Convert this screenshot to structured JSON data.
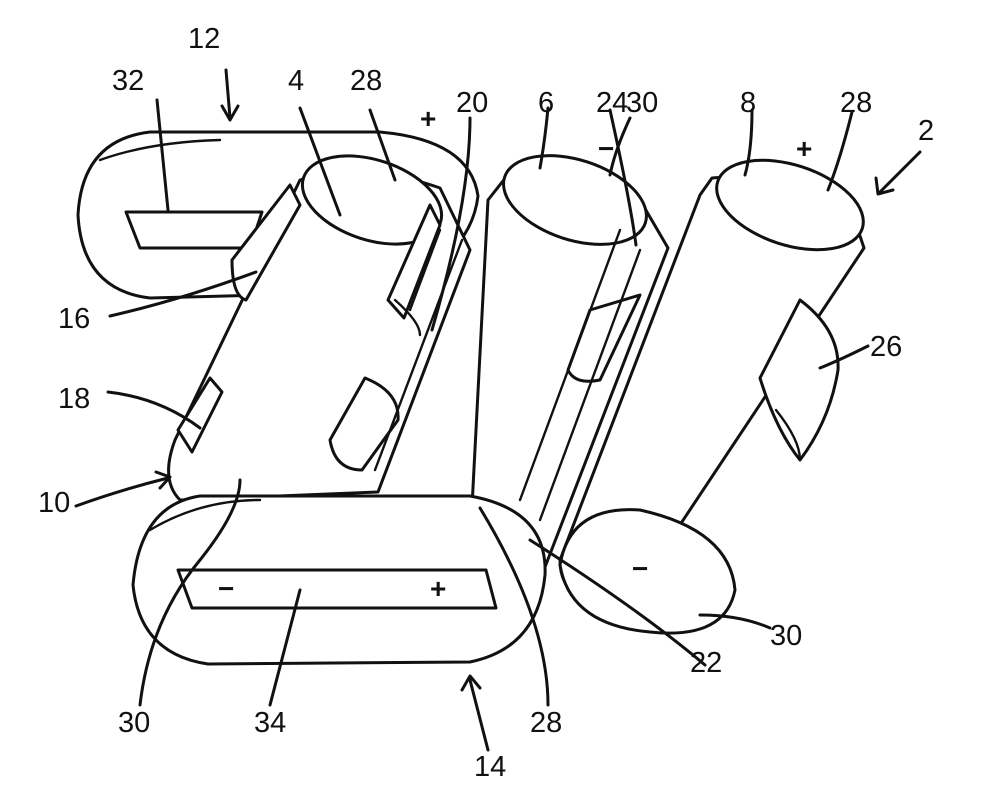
{
  "labels": {
    "l2": "2",
    "l4": "4",
    "l6": "6",
    "l8": "8",
    "l10": "10",
    "l12": "12",
    "l14": "14",
    "l16": "16",
    "l18": "18",
    "l20": "20",
    "l22": "22",
    "l24": "24",
    "l26": "26",
    "l28_top_left": "28",
    "l28_top_right": "28",
    "l28_bottom": "28",
    "l30_top": "30",
    "l30_right": "30",
    "l30_bottom": "30",
    "l32": "32",
    "l34": "34"
  },
  "polarity": {
    "plus_sign": "+",
    "minus_sign": "−"
  }
}
